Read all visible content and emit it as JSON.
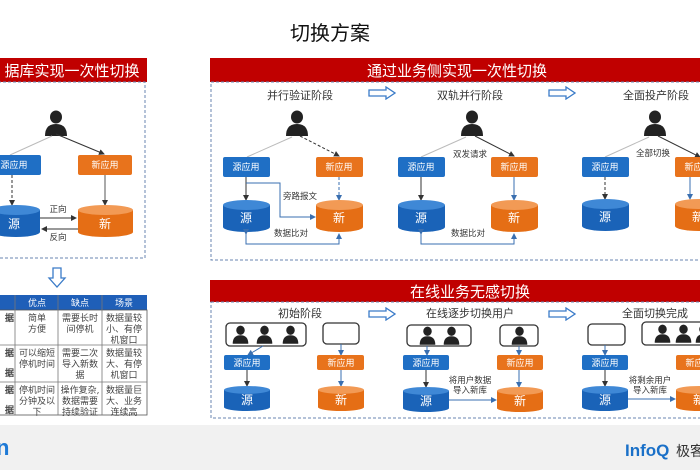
{
  "title": "切换方案",
  "left_panel": {
    "header": "据库实现一次性切换",
    "src_app": "源应用",
    "new_app": "新应用",
    "src_db": "源",
    "new_db": "新",
    "forward": "正向",
    "reverse": "反向"
  },
  "table": {
    "headers": [
      "",
      "优点",
      "缺点",
      "场景"
    ],
    "rows": [
      {
        "c0": [
          "据"
        ],
        "c1": [
          "简单",
          "方便"
        ],
        "c2": [
          "需要长时",
          "间停机"
        ],
        "c3": [
          "数据量较",
          "小、有停",
          "机窗口"
        ]
      },
      {
        "c0": [
          "据",
          "据"
        ],
        "c1": [
          "可以缩短",
          "停机时间"
        ],
        "c2": [
          "需要二次",
          "导入新数",
          "据"
        ],
        "c3": [
          "数据量较",
          "大、有停",
          "机窗口"
        ]
      },
      {
        "c0": [
          "据",
          "据"
        ],
        "c1": [
          "停机时间",
          "分钟及以",
          "下"
        ],
        "c2": [
          "操作复杂,",
          "数据需要",
          "持续验证"
        ],
        "c3": [
          "数据量巨",
          "大、业务",
          "连续高"
        ]
      }
    ]
  },
  "business_panel": {
    "header": "通过业务侧实现一次性切换",
    "stages": [
      "并行验证阶段",
      "双轨并行阶段",
      "全面投产阶段"
    ],
    "src_app": "源应用",
    "new_app": "新应用",
    "src_db": "源",
    "new_db": "新",
    "bypass": "旁路报文",
    "compare": "数据比对",
    "dual_request": "双发请求",
    "full_switch": "全部切换"
  },
  "online_panel": {
    "header": "在线业务无感切换",
    "stages": [
      "初始阶段",
      "在线逐步切换用户",
      "全面切换完成"
    ],
    "src_app": "源应用",
    "new_app": "新应用",
    "src_db": "源",
    "new_db": "新",
    "import_users": [
      "将用户数据",
      "导入新库"
    ],
    "import_rest": [
      "将剩余用户",
      "导入新库"
    ]
  },
  "footer": {
    "left_logo": "n",
    "right_logo": "InfoQ",
    "right_text": "极客"
  },
  "colors": {
    "red": "#c00000",
    "blue": "#1f6fc5",
    "orange": "#e8731c",
    "dark": "#222222"
  }
}
